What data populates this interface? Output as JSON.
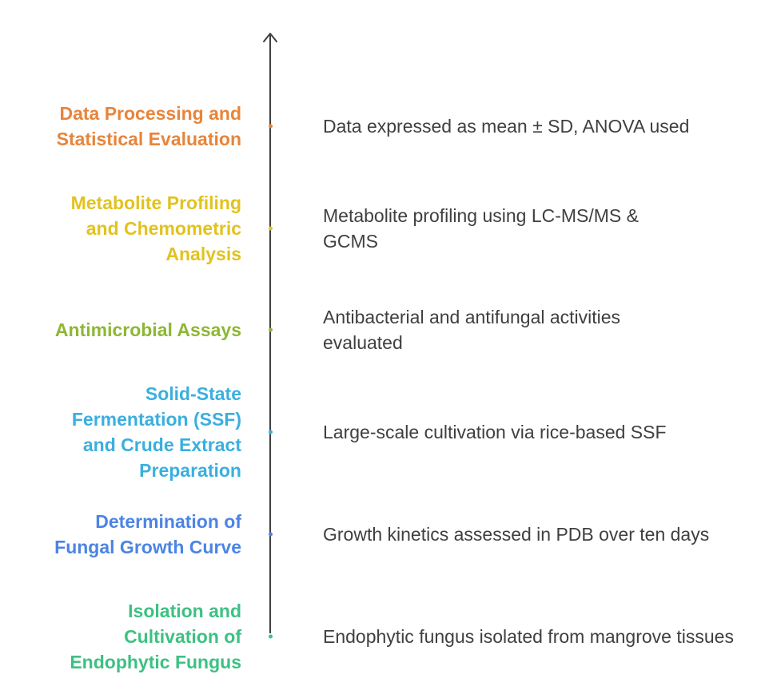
{
  "steps": [
    {
      "label_lines": [
        "Data Processing and",
        "Statistical Evaluation"
      ],
      "description": "Data expressed as mean ± SD, ANOVA used",
      "color": "#E8843A"
    },
    {
      "label_lines": [
        "Metabolite Profiling",
        "and Chemometric",
        "Analysis"
      ],
      "description": "Metabolite profiling using LC-MS/MS & GCMS",
      "color": "#E2C21E"
    },
    {
      "label_lines": [
        "Antimicrobial Assays"
      ],
      "description": "Antibacterial and antifungal activities evaluated",
      "color": "#8DB734"
    },
    {
      "label_lines": [
        "Solid-State",
        "Fermentation (SSF)",
        "and Crude Extract",
        "Preparation"
      ],
      "description": "Large-scale cultivation via rice-based SSF",
      "color": "#3AAFDE"
    },
    {
      "label_lines": [
        "Determination of",
        "Fungal Growth Curve"
      ],
      "description": "Growth kinetics assessed in PDB over ten days",
      "color": "#4C84E4"
    },
    {
      "label_lines": [
        "Isolation and",
        "Cultivation of",
        "Endophytic Fungus"
      ],
      "description": "Endophytic fungus isolated from mangrove tissues",
      "color": "#3DC183"
    }
  ],
  "axis_color": "#3f3f3f"
}
